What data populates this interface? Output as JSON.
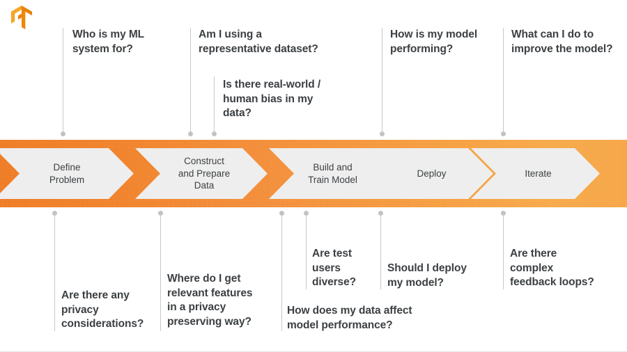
{
  "slide": {
    "logo": "tensorflow-logo",
    "background_color": "#ffffff"
  },
  "band": {
    "gradient_from": "#ef7e28",
    "gradient_to": "#f7ab4c",
    "step_fill": "#eeeeee",
    "step_text_color": "#3c4043"
  },
  "steps": [
    {
      "label": "Define\nProblem"
    },
    {
      "label": "Construct\nand Prepare\nData"
    },
    {
      "label": "Build and\nTrain Model"
    },
    {
      "label": "Deploy"
    },
    {
      "label": "Iterate"
    }
  ],
  "questions_top": [
    {
      "text": "Who is my ML\nsystem for?"
    },
    {
      "text": "Am I using a\nrepresentative dataset?"
    },
    {
      "text": "Is there real-world /\nhuman bias in my\ndata?"
    },
    {
      "text": "How is my model\nperforming?"
    },
    {
      "text": "What can I do to\nimprove the model?"
    }
  ],
  "questions_bottom": [
    {
      "text": "Are there any\nprivacy\nconsiderations?"
    },
    {
      "text": "Where do I get\nrelevant features\nin a privacy\npreserving way?"
    },
    {
      "text": "How does my data affect\nmodel performance?"
    },
    {
      "text": "Are test\nusers\ndiverse?"
    },
    {
      "text": "Should I deploy\nmy model?"
    },
    {
      "text": "Are there\ncomplex\nfeedback loops?"
    }
  ],
  "connector_color": "#c8c8c8",
  "connector_dot_color": "#c2c2c2"
}
